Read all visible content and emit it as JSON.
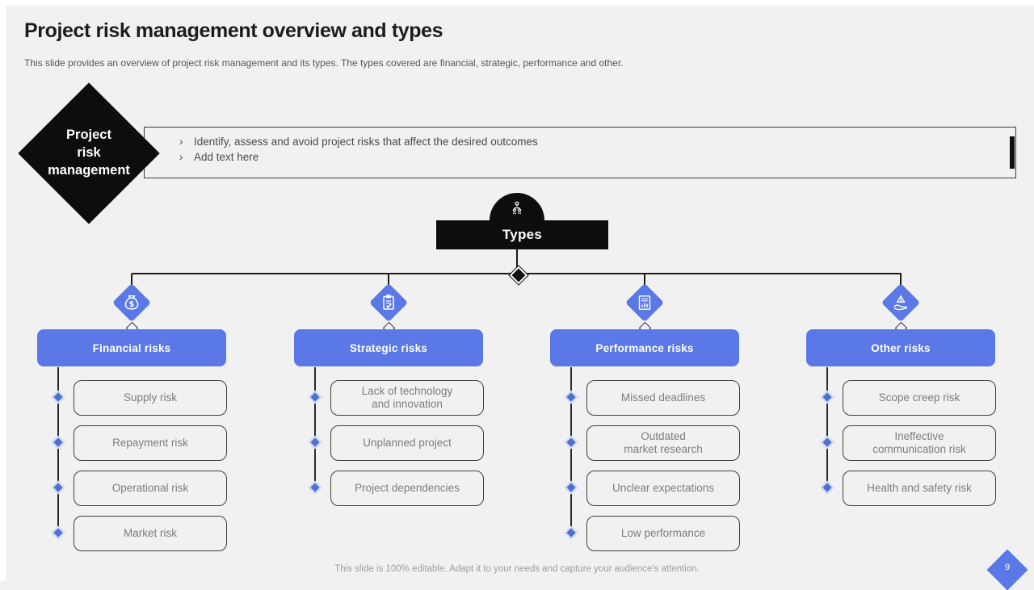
{
  "header": {
    "title": "Project risk management overview and types",
    "subtitle": "This slide provides an overview of project risk management and its types. The types covered are financial, strategic, performance and other."
  },
  "overview": {
    "diamond_label": "Project\nrisk\nmanagement",
    "marker": "›",
    "bullets": [
      "Identify,  assess and avoid project risks that affect the desired outcomes",
      "Add text here"
    ]
  },
  "types": {
    "label": "Types",
    "icon": "org-chart-icon"
  },
  "columns": [
    {
      "title": "Financial risks",
      "icon": "money-bag-icon",
      "items": [
        "Supply risk",
        "Repayment risk",
        "Operational risk",
        "Market risk"
      ]
    },
    {
      "title": "Strategic risks",
      "icon": "clipboard-check-icon",
      "items": [
        "Lack of technology\nand innovation",
        "Unplanned project",
        "Project dependencies"
      ]
    },
    {
      "title": "Performance risks",
      "icon": "report-chart-icon",
      "items": [
        "Missed deadlines",
        "Outdated\nmarket research",
        "Unclear expectations",
        "Low performance"
      ]
    },
    {
      "title": "Other risks",
      "icon": "hand-risk-icon",
      "items": [
        "Scope creep risk",
        "Ineffective\ncommunication risk",
        "Health and safety risk"
      ]
    }
  ],
  "footer": {
    "note": "This slide is 100% editable. Adapt it to your needs and capture your audience's attention.",
    "page_number": "9"
  },
  "colors": {
    "accent_blue": "#5b79e6",
    "shape_black": "#0d0d0d",
    "background": "#f1f1f2"
  }
}
